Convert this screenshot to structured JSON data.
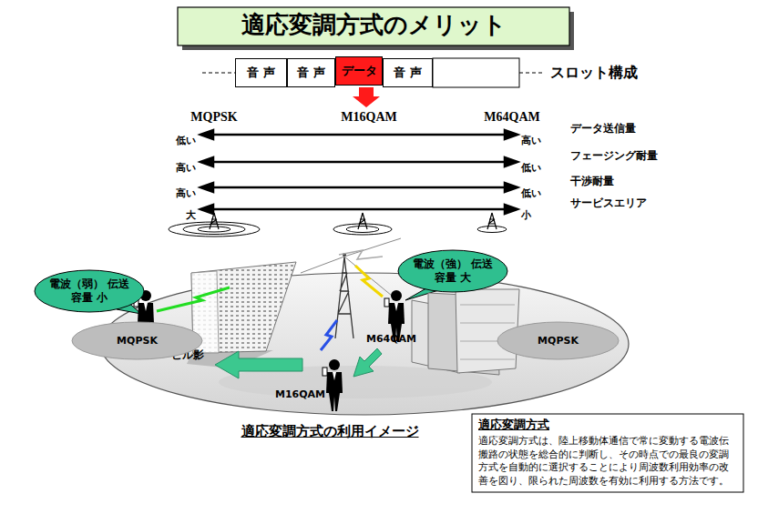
{
  "diagram": {
    "title": "適応変調方式のメリット",
    "caption": "適応変調方式の利用イメージ",
    "nodes": [
      {
        "text": [
          "音 声"
        ]
      },
      {
        "text": [
          "音 声"
        ]
      },
      {
        "text": [
          "データ"
        ]
      },
      {
        "text": [
          "音 声"
        ]
      },
      {
        "text": [
          "電波（弱） 伝送容量 小"
        ]
      },
      {
        "text": [
          "電波（強） 伝送容量 大"
        ]
      },
      {
        "text": [
          "MQPSK"
        ]
      },
      {
        "text": [
          "MQPSK"
        ]
      },
      {
        "text": [
          "適応変調方式",
          "適応変調方式は、陸上移動体通信で常に変動する電波伝搬路の状態を総合的に判断し、その時点での最良の変調方式を自動的に選択することにより周波数利用効率の改善を図り、限られた周波数を有効に利用する方法です。"
        ]
      }
    ],
    "labels": [
      "スロット構成",
      "MQPSK",
      "M16QAM",
      "M64QAM",
      "低い",
      "高い",
      "データ送信量",
      "高い",
      "低い",
      "フェージング耐量",
      "高い",
      "低い",
      "干渉耐量",
      "大",
      "小",
      "サービスエリア",
      "M64QAM",
      "ビル影",
      "M16QAM"
    ]
  }
}
